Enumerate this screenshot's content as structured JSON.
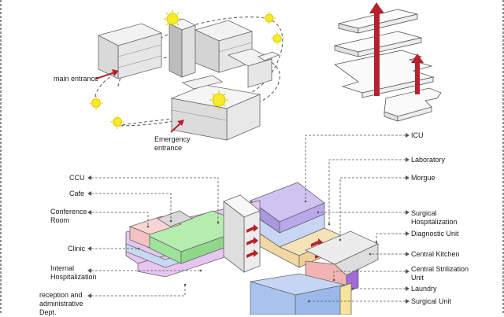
{
  "top_diagram": {
    "main_entrance": "main entrance",
    "emergency_entrance": [
      "Emergency",
      "entrance"
    ]
  },
  "left_labels": {
    "ccu": "CCU",
    "cafe": "Cafe",
    "conference_room": [
      "Conference",
      "Room"
    ],
    "clinic": "Clinic",
    "internal_hospitalization": [
      "Internal",
      "Hospitalization"
    ],
    "reception": [
      "reception and",
      "administrative",
      "Dept."
    ]
  },
  "right_labels": {
    "icu": "ICU",
    "laboratory": "Laboratory",
    "morgue": "Morgue",
    "surgical_hospitalization": [
      "Surgical",
      "Hospitalization"
    ],
    "diagnostic_unit": "Diagnostic  Unit",
    "central_kitchen": "Central Kitchen",
    "central_strilization_unit": [
      "Central Strilization",
      "Unit"
    ],
    "laundry": "Laundry",
    "surgical_unit": "Surgical  Unit"
  },
  "colors": {
    "sun": "#f6ea2a",
    "arrow": "#b5222c",
    "icu": "#b9a9ec",
    "ccu": "#9fe39a",
    "cafe": "#c8c8c8",
    "conference": "#f4c2c2",
    "clinic": "#c7d9f2",
    "reception": "#e6c6f0",
    "laboratory": "#c9d6f3",
    "diagnostic": "#f1d7a3",
    "strilization": "#f3b3b3",
    "surgical_unit": "#a9c3ef",
    "laundry_accent": "#a46ad8"
  }
}
